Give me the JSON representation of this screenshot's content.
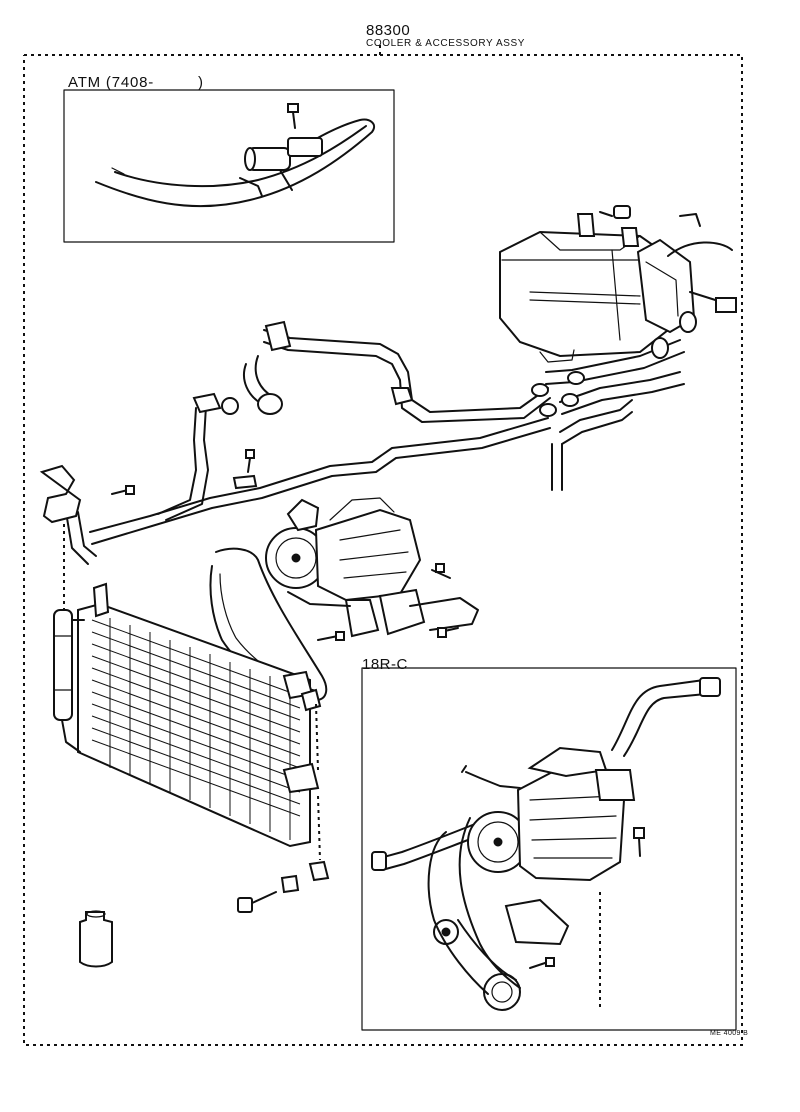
{
  "header": {
    "part_number": "88300",
    "assembly_name": "COOLER & ACCESSORY ASSY"
  },
  "inset_atm": {
    "label": "ATM  (7408-",
    "label_close": ")"
  },
  "inset_engine": {
    "label": "18R-C"
  },
  "footer": {
    "reference_code": "ME 4009 B"
  }
}
